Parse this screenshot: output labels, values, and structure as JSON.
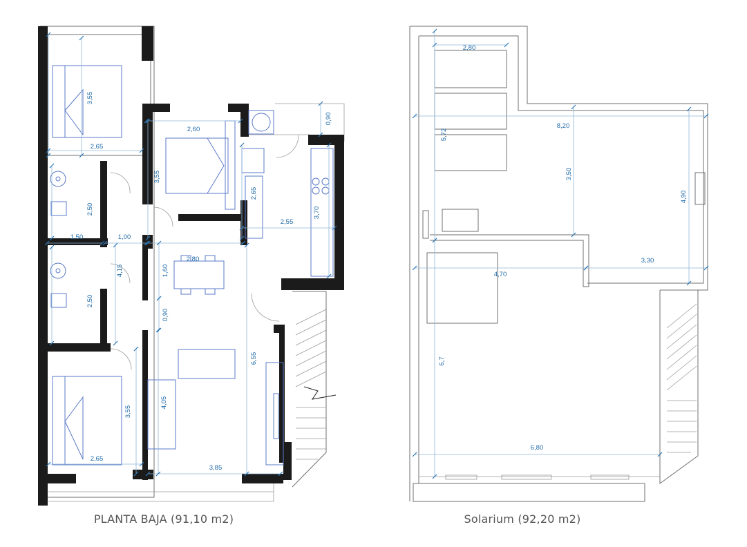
{
  "plans": [
    {
      "title": "PLANTA BAJA (91,10 m2)",
      "dimensions": [
        "3,55",
        "2,65",
        "2,60",
        "0,90",
        "3,55",
        "2,65",
        "2,50",
        "1,50",
        "1,00",
        "2,55",
        "3,70",
        "2,80",
        "1,60",
        "4,15",
        "2,50",
        "0,90",
        "6,55",
        "4,05",
        "3,55",
        "2,65",
        "3,85"
      ]
    },
    {
      "title": "Solarium (92,20 m2)",
      "dimensions": [
        "2,80",
        "5,72",
        "8,20",
        "3,50",
        "4,90",
        "4,70",
        "3,30",
        "6,7",
        "6,80"
      ]
    }
  ],
  "colors": {
    "wall": "#1b1b1b",
    "furniture": "#5a79c8",
    "dimension_line": "#8fb7d8",
    "dimension_text": "#1f6aa8"
  }
}
